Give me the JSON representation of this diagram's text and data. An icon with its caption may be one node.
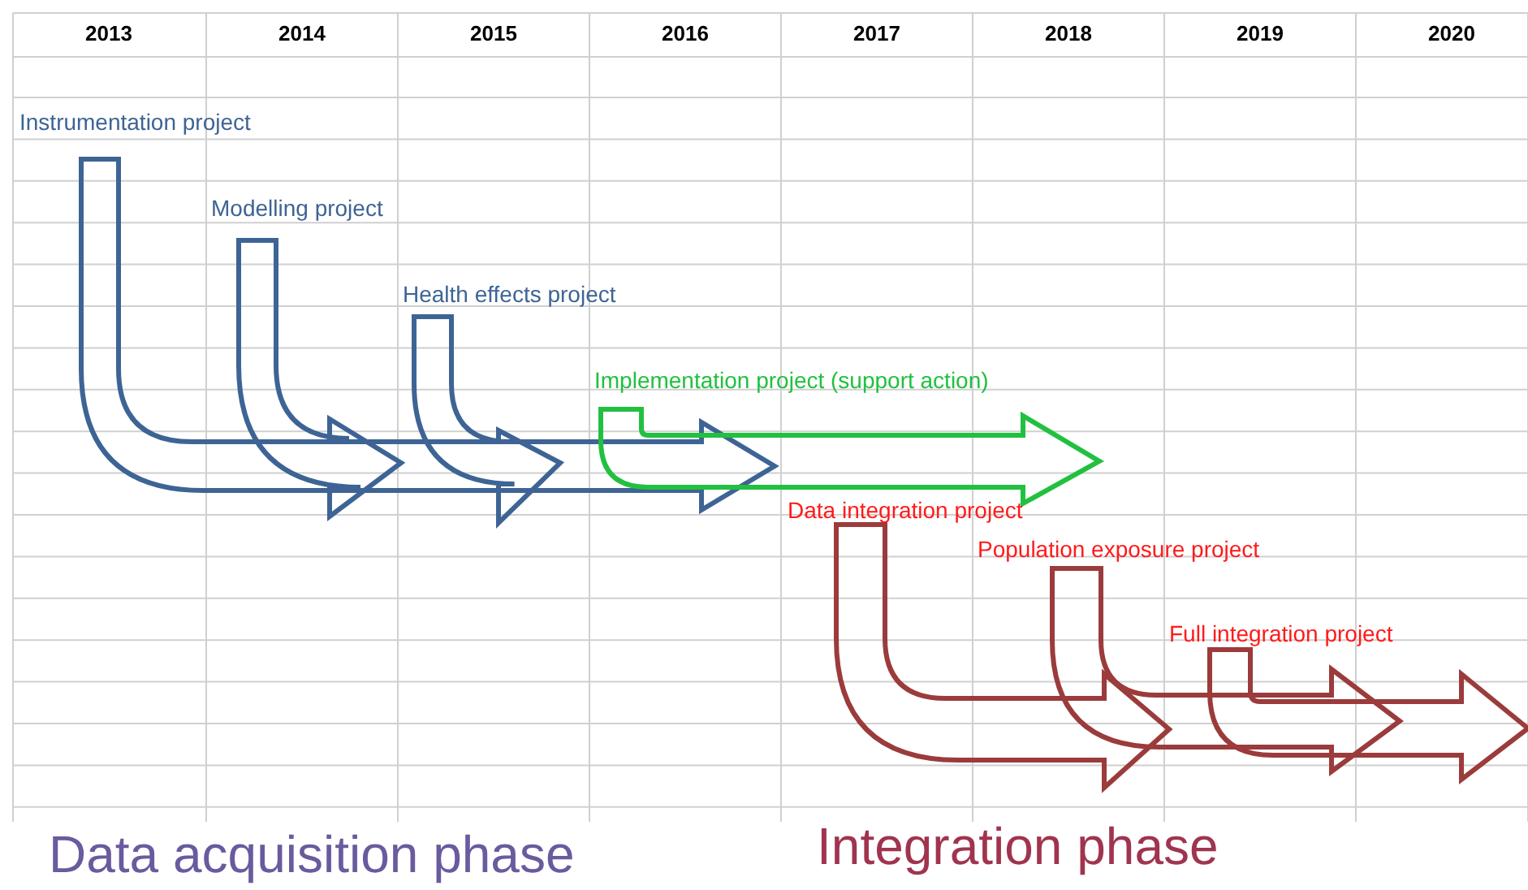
{
  "diagram": {
    "nodes": [
      {
        "text": [
          "Instrumentation project"
        ]
      },
      {
        "text": [
          "Modelling project"
        ]
      },
      {
        "text": [
          "Health effects project"
        ]
      },
      {
        "text": [
          "Implementation project (support action)"
        ]
      },
      {
        "text": [
          "Data integration project"
        ]
      },
      {
        "text": [
          "Population exposure project"
        ]
      },
      {
        "text": [
          "Full integration project"
        ]
      }
    ],
    "labels": [
      "2013",
      "2014",
      "2015",
      "2016",
      "2017",
      "2018",
      "2019",
      "2020",
      "Data acquisition phase",
      "Integration phase"
    ]
  }
}
